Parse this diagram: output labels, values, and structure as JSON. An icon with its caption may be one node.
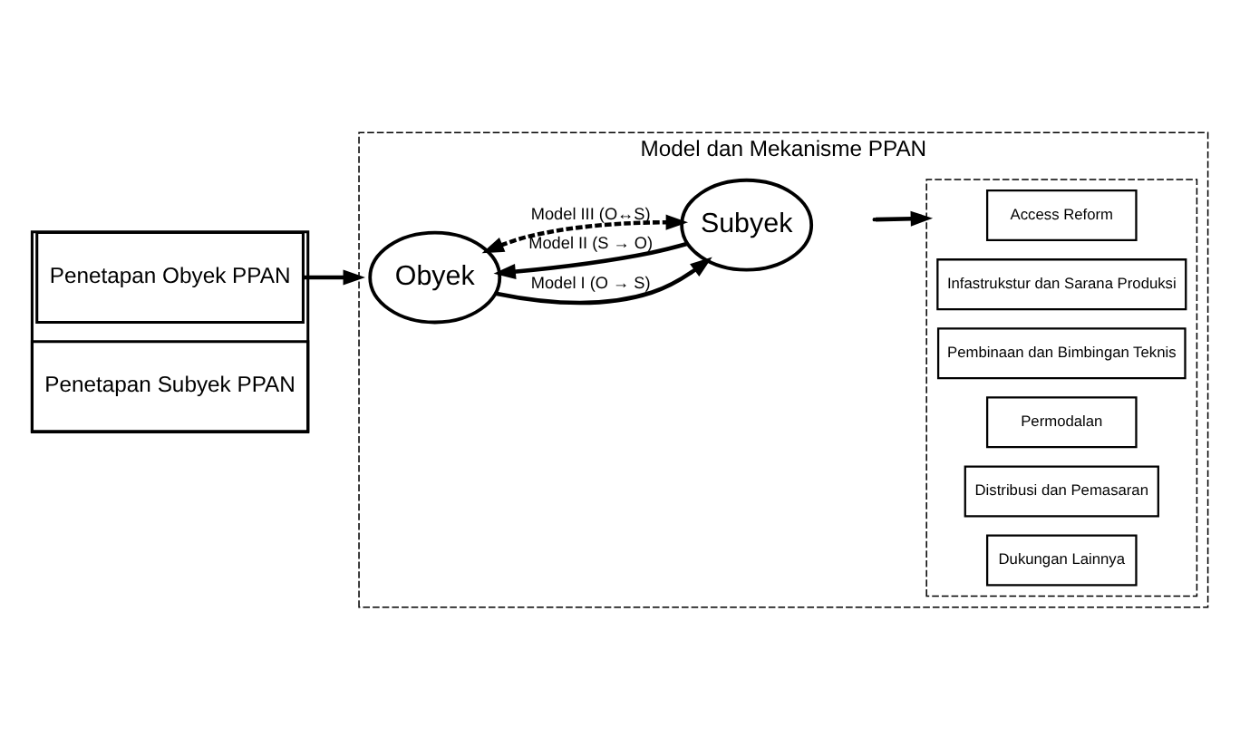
{
  "diagram": {
    "nodes": [
      {
        "text": [
          "Model dan Mekanisme PPAN"
        ]
      },
      {
        "text": [],
        "shape": "box"
      },
      {
        "text": [
          "Penetapan Obyek PPAN"
        ],
        "in": 1
      },
      {
        "text": [
          "Penetapan Subyek PPAN"
        ],
        "in": 1
      },
      {
        "text": [
          "Obyek"
        ],
        "in": 0
      },
      {
        "text": [
          "Subyek"
        ],
        "in": 0
      },
      {
        "text": [],
        "shape": "box",
        "in": 0
      },
      {
        "text": [
          "Access Reform"
        ],
        "in": 6
      },
      {
        "text": [
          "Infastrukstur dan Sarana Produksi"
        ],
        "in": 6
      },
      {
        "text": [
          "Pembinaan dan Bimbingan Teknis"
        ],
        "in": 6
      },
      {
        "text": [
          "Permodalan"
        ],
        "in": 6
      },
      {
        "text": [
          "Distribusi dan Pemasaran"
        ],
        "in": 6
      },
      {
        "text": [
          "Dukungan Lainnya"
        ],
        "in": 6
      }
    ],
    "edges": [
      {
        "from": 1,
        "to": 0,
        "arrow": "to"
      },
      {
        "from": 5,
        "to": 4,
        "arrow": "to",
        "label": "Model II (S → O)"
      },
      {
        "from": 4,
        "to": 5,
        "arrow": "both",
        "label": "Model III (O↔S)",
        "style": "dashed"
      },
      {
        "from": 4,
        "to": 5,
        "arrow": "to",
        "label": "Model I (O → S)"
      },
      {
        "from": null,
        "to": 6,
        "arrow": "to"
      }
    ]
  }
}
